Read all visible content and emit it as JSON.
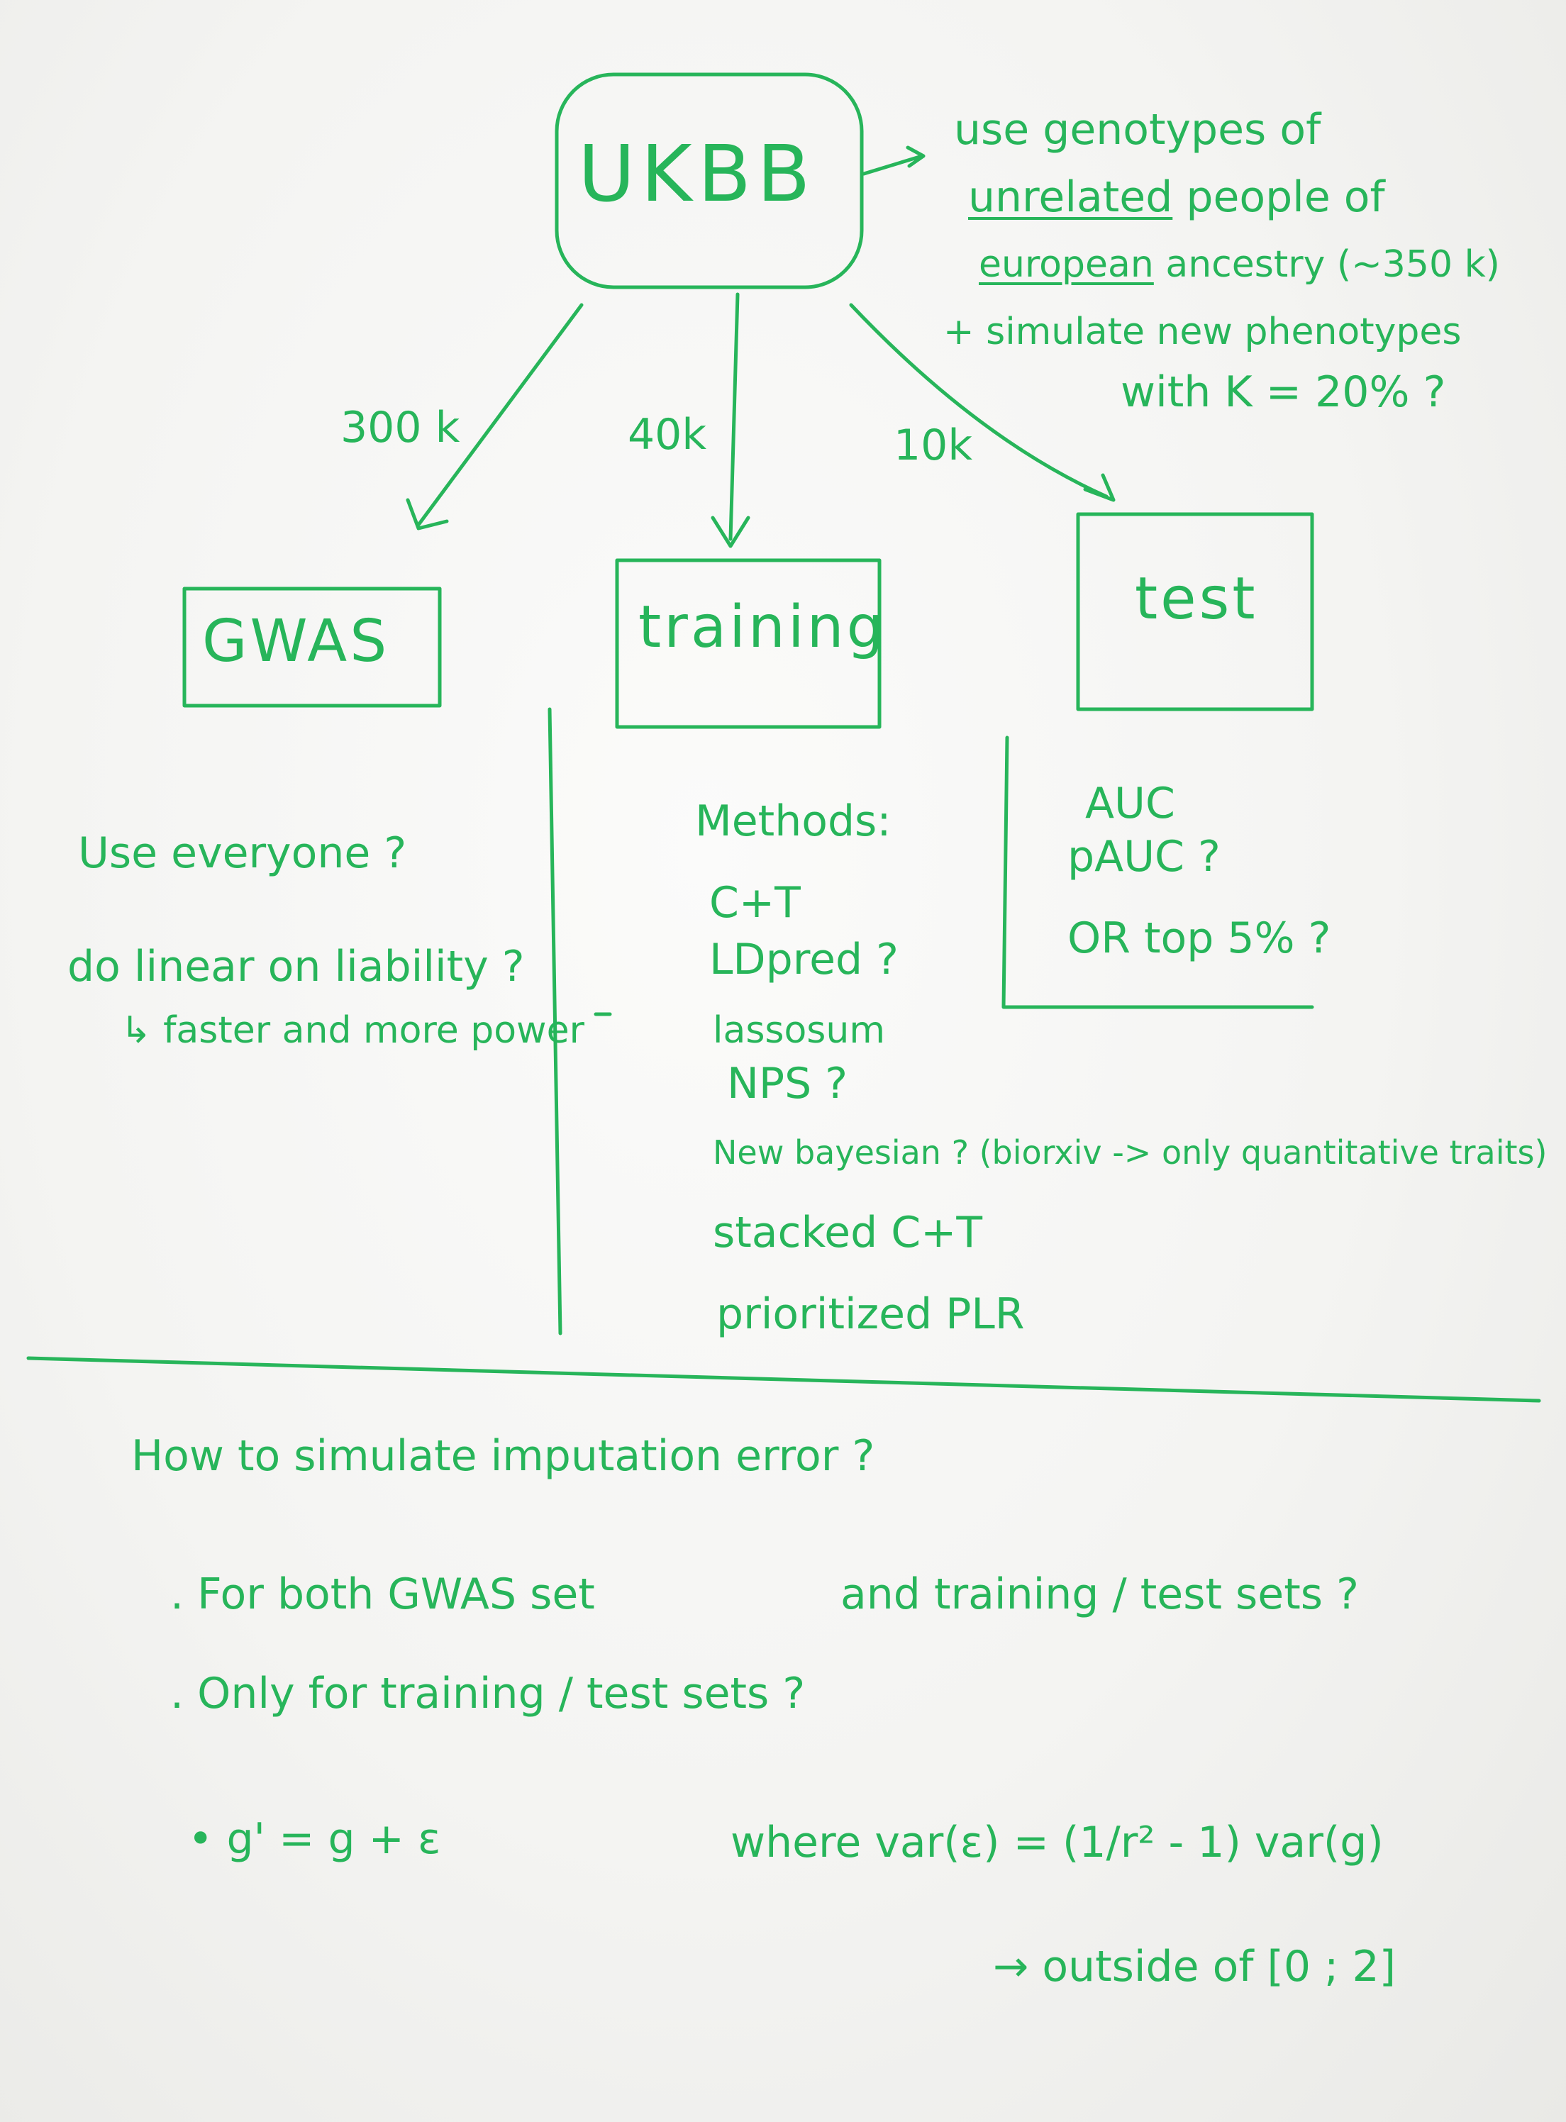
{
  "root": {
    "label": "UKBB"
  },
  "note": {
    "l1": "use genotypes of",
    "l2_u": "unrelated",
    "l2_rest": "people of",
    "l3_u": "european",
    "l3_rest": "ancestry (~350 k)",
    "l4": "+ simulate new phenotypes",
    "l5": "with K = 20% ?"
  },
  "splits": {
    "gwas": "300 k",
    "training": "40k",
    "test": "10k"
  },
  "boxes": {
    "gwas": "GWAS",
    "training": "training",
    "test": "test"
  },
  "gwas_notes": {
    "l1": "Use everyone ?",
    "l2": "do linear on liability ?",
    "l3": "↳ faster and more power"
  },
  "methods": {
    "title": "Methods:",
    "items": [
      "C+T",
      "LDpred ?",
      "lassosum",
      "NPS ?",
      "New bayesian ? (biorxiv -> only quantitative traits)",
      "stacked C+T",
      "prioritized PLR"
    ]
  },
  "metrics": {
    "items": [
      "AUC",
      "pAUC ?",
      "OR top 5% ?"
    ]
  },
  "imputation": {
    "question": "How to simulate imputation error ?",
    "b1_a": ". For both GWAS set",
    "b1_b": "and training / test sets ?",
    "b2": ". Only for training / test sets ?",
    "b3_a": "•  g' = g + ε",
    "b3_b": "where var(ε) = (1/r² - 1) var(g)",
    "b4": "→ outside of [0 ; 2]"
  },
  "colors": {
    "ink": "#27b55a",
    "board": "#f3f3f1"
  }
}
